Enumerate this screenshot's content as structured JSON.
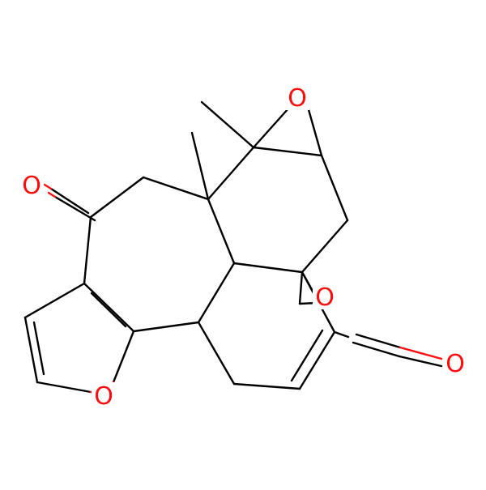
{
  "molecule": {
    "atoms": [
      {
        "id": "O_epoxide",
        "label": "O",
        "color": "#ff0d0d"
      },
      {
        "id": "O_ketone",
        "label": "O",
        "color": "#ff0d0d"
      },
      {
        "id": "O_furan",
        "label": "O",
        "color": "#ff0d0d"
      },
      {
        "id": "O_bridge",
        "label": "O",
        "color": "#ff0d0d"
      },
      {
        "id": "O_aldehyde",
        "label": "O",
        "color": "#ff0d0d"
      }
    ],
    "bond_color": "#000000",
    "heteroatom_color": "#ff0d0d"
  }
}
